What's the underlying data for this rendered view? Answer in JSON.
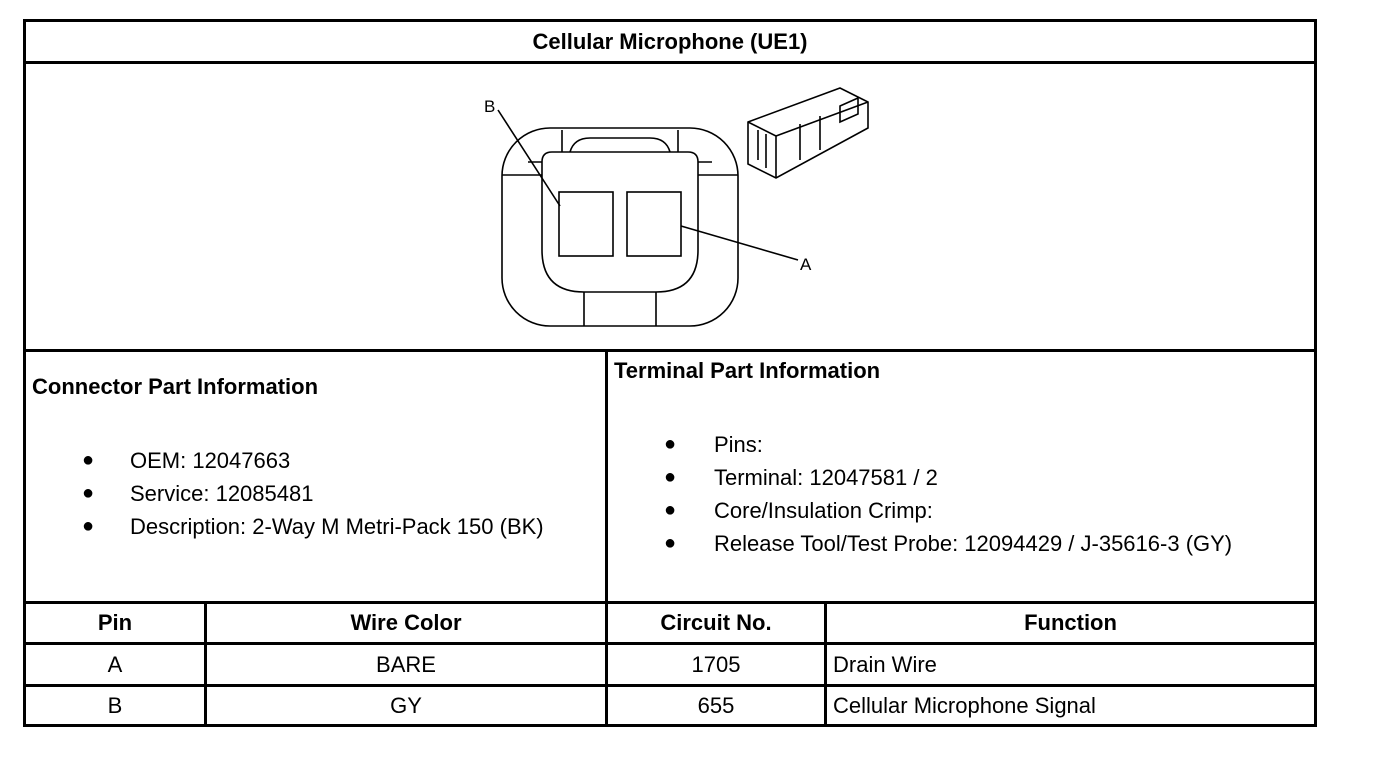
{
  "title": "Cellular Microphone (UE1)",
  "diagram": {
    "label_b": "B",
    "label_a": "A"
  },
  "connector": {
    "heading": "Connector Part Information",
    "items": [
      "OEM: 12047663",
      "Service: 12085481",
      "Description: 2-Way M Metri-Pack 150 (BK)"
    ]
  },
  "terminal": {
    "heading": "Terminal Part Information",
    "items": [
      "Pins:",
      "Terminal: 12047581 / 2",
      "Core/Insulation Crimp:",
      "Release Tool/Test Probe: 12094429 / J-35616-3 (GY)"
    ]
  },
  "bullet_char": "●",
  "table": {
    "headers": {
      "pin": "Pin",
      "wire_color": "Wire Color",
      "circuit": "Circuit No.",
      "function": "Function"
    },
    "rows": [
      {
        "pin": "A",
        "wire_color": "BARE",
        "circuit": "1705",
        "function": "Drain Wire"
      },
      {
        "pin": "B",
        "wire_color": "GY",
        "circuit": "655",
        "function": "Cellular Microphone Signal"
      }
    ]
  }
}
